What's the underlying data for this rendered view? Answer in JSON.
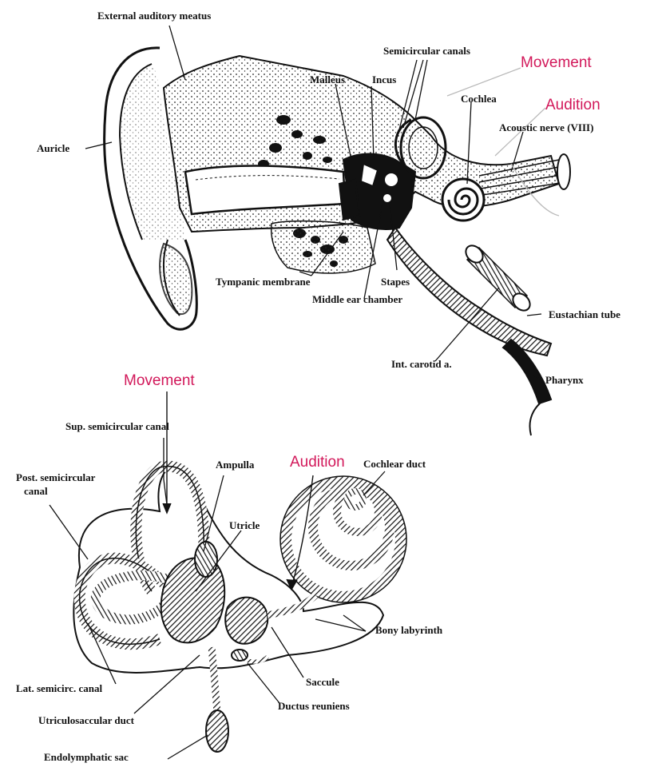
{
  "colors": {
    "ink": "#111111",
    "accent": "#d2185a",
    "paper": "#ffffff"
  },
  "top_diagram": {
    "labels": {
      "external_auditory_meatus": "External auditory meatus",
      "semicircular_canals": "Semicircular canals",
      "movement": "Movement",
      "malleus": "Malleus",
      "incus": "Incus",
      "cochlea": "Cochlea",
      "audition": "Audition",
      "acoustic_nerve": "Acoustic nerve (VIII)",
      "auricle": "Auricle",
      "tympanic_membrane": "Tympanic membrane",
      "stapes": "Stapes",
      "middle_ear_chamber": "Middle ear chamber",
      "eustachian_tube": "Eustachian tube",
      "int_carotid": "Int. carotid a.",
      "pharynx": "Pharynx"
    }
  },
  "bottom_diagram": {
    "labels": {
      "movement": "Movement",
      "sup_semicircular_canal": "Sup. semicircular canal",
      "post_semicircular_canal_1": "Post. semicircular",
      "post_semicircular_canal_2": "canal",
      "ampulla": "Ampulla",
      "audition": "Audition",
      "cochlear_duct": "Cochlear duct",
      "utricle": "Utricle",
      "bony_labyrinth": "Bony labyrinth",
      "lat_semicirc_canal": "Lat. semicirc. canal",
      "saccule": "Saccule",
      "ductus_reuniens": "Ductus reuniens",
      "utriculosaccular_duct": "Utriculosaccular duct",
      "endolymphatic_sac": "Endolymphatic sac"
    }
  }
}
